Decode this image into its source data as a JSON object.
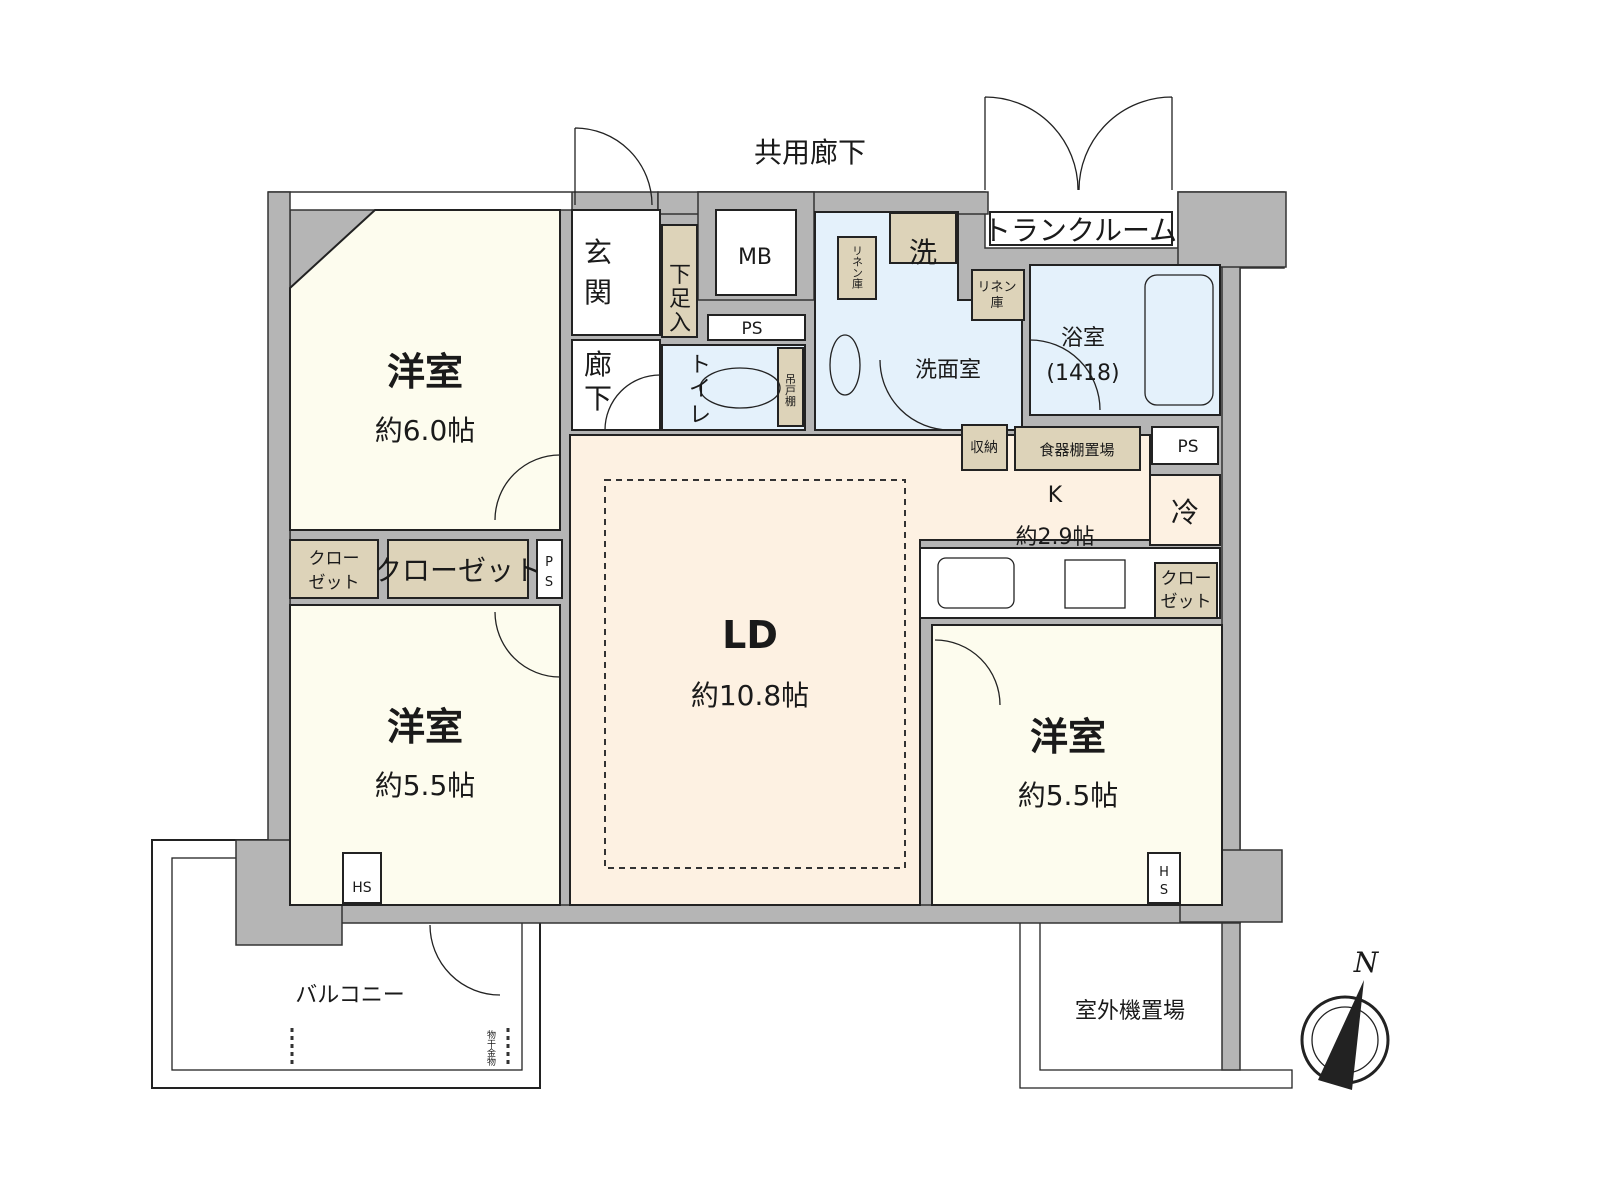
{
  "labels": {
    "corridor_common": "共用廊下",
    "trunk_room": "トランクルーム",
    "entrance": [
      "玄",
      "関"
    ],
    "shoe_box": [
      "下",
      "足",
      "入"
    ],
    "mb": "MB",
    "ps": "PS",
    "hall": [
      "廊",
      "下"
    ],
    "toilet": [
      "ト",
      "イ",
      "レ"
    ],
    "wall_cabinet": "吊戸棚",
    "linen1": "リネン庫",
    "linen2": [
      "リネン",
      "庫"
    ],
    "washer": "洗",
    "washroom": "洗面室",
    "bath": "浴室",
    "bath_size": "(1418)",
    "storage": "収納",
    "dish_shelf": "食器棚置場",
    "ps_kitchen": "PS",
    "fridge": "冷",
    "kitchen": "K",
    "kitchen_size": "約2.9帖",
    "closet_small": [
      "クロー",
      "ゼット"
    ],
    "closet_wide": "クローゼット",
    "ps_small": [
      "P",
      "S"
    ],
    "room1": "洋室",
    "room1_size": "約6.0帖",
    "room2": "洋室",
    "room2_size": "約5.5帖",
    "room3": "洋室",
    "room3_size": "約5.5帖",
    "ld": "LD",
    "ld_size": "約10.8帖",
    "hs": "HS",
    "hs_v": [
      "H",
      "S"
    ],
    "closet_east": [
      "クロー",
      "ゼット"
    ],
    "balcony": "バルコニー",
    "drying_hardware": "物干金物",
    "outdoor_unit": "室外機置場",
    "north": "N"
  }
}
